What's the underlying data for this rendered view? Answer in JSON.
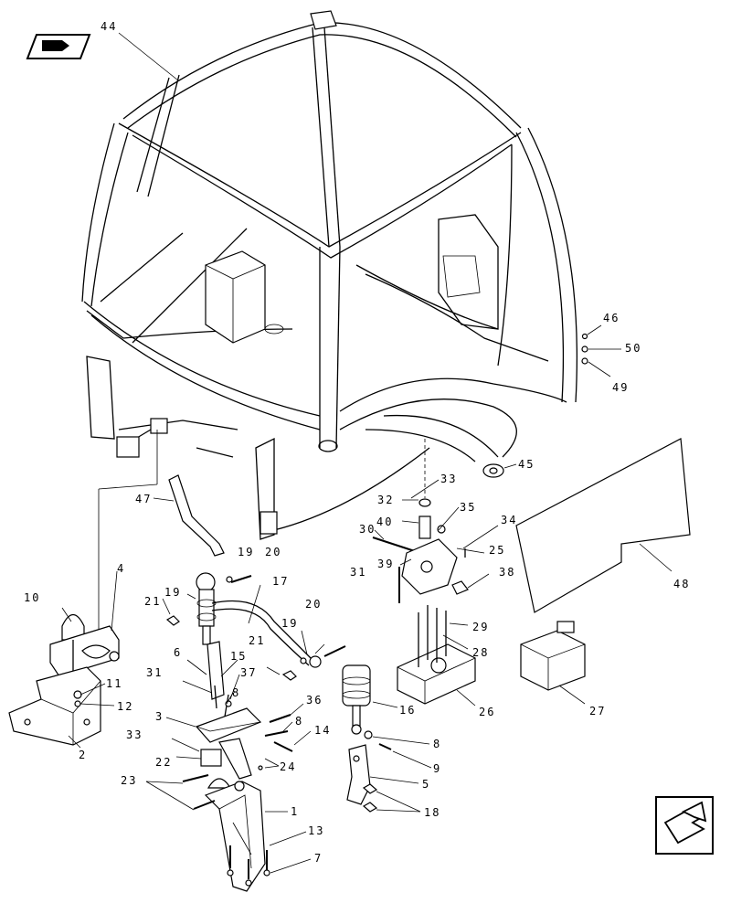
{
  "labels": {
    "l44": "44",
    "l46": "46",
    "l50": "50",
    "l49": "49",
    "l45": "45",
    "l33a": "33",
    "l32": "32",
    "l35": "35",
    "l40": "40",
    "l34": "34",
    "l30": "30",
    "l25": "25",
    "l39": "39",
    "l31a": "31",
    "l38": "38",
    "l48": "48",
    "l47": "47",
    "l19a": "19",
    "l20a": "20",
    "l17": "17",
    "l4": "4",
    "l10": "10",
    "l19b": "19",
    "l21a": "21",
    "l20b": "20",
    "l19c": "19",
    "l29": "29",
    "l28": "28",
    "l6": "6",
    "l15": "15",
    "l21b": "21",
    "l31b": "31",
    "l37": "37",
    "l8a": "8",
    "l11": "11",
    "l12": "12",
    "l16": "16",
    "l26": "26",
    "l27": "27",
    "l3": "3",
    "l36": "36",
    "l8b": "8",
    "l14": "14",
    "l8c": "8",
    "l2": "2",
    "l33b": "33",
    "l9": "9",
    "l22": "22",
    "l24": "24",
    "l23": "23",
    "l5": "5",
    "l1": "1",
    "l18": "18",
    "l13": "13",
    "l7": "7"
  },
  "icons": {
    "top_left": "view-direction-icon",
    "bottom_right": "next-page-arrow-icon"
  }
}
